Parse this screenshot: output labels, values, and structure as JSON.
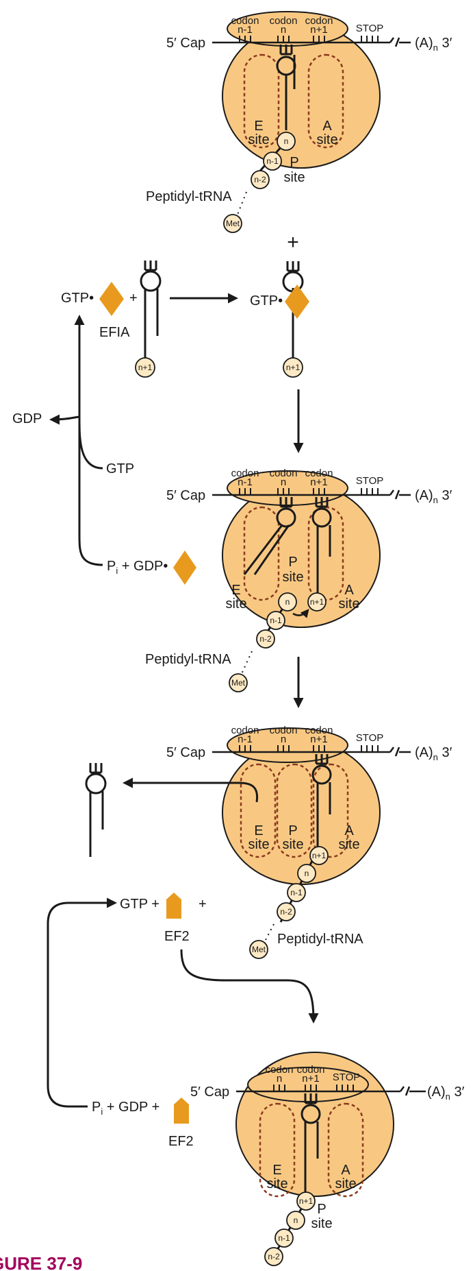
{
  "labels": {
    "cap": "5′ Cap",
    "poly_a": "(A)",
    "poly_a_sub": "n",
    "poly_a_end": " 3′",
    "stop": "STOP",
    "codon": "codon",
    "n_minus_1": "n-1",
    "n": "n",
    "n_plus_1": "n+1",
    "n_minus_2": "n-2",
    "met": "Met",
    "peptidyl_trna": "Peptidyl-tRNA",
    "e": "E",
    "p": "P",
    "a": "A",
    "site": "site",
    "plus": "+",
    "gtp_dot": "GTP•",
    "efia": "EFIA",
    "gdp": "GDP",
    "gtp": "GTP",
    "p_sub": "i",
    "gdp_plus_dot": " + GDP•",
    "gtp_plus": "GTP  +",
    "ef2": "EF2",
    "gdp_plus": " + GDP  +",
    "figure": "GURE 37-9"
  },
  "colors": {
    "ribosome": "#f8c883",
    "site_outline": "#8b3a1c",
    "factor": "#e89a1f",
    "residue": "#fde9c4",
    "figure_label": "#a3005c"
  }
}
